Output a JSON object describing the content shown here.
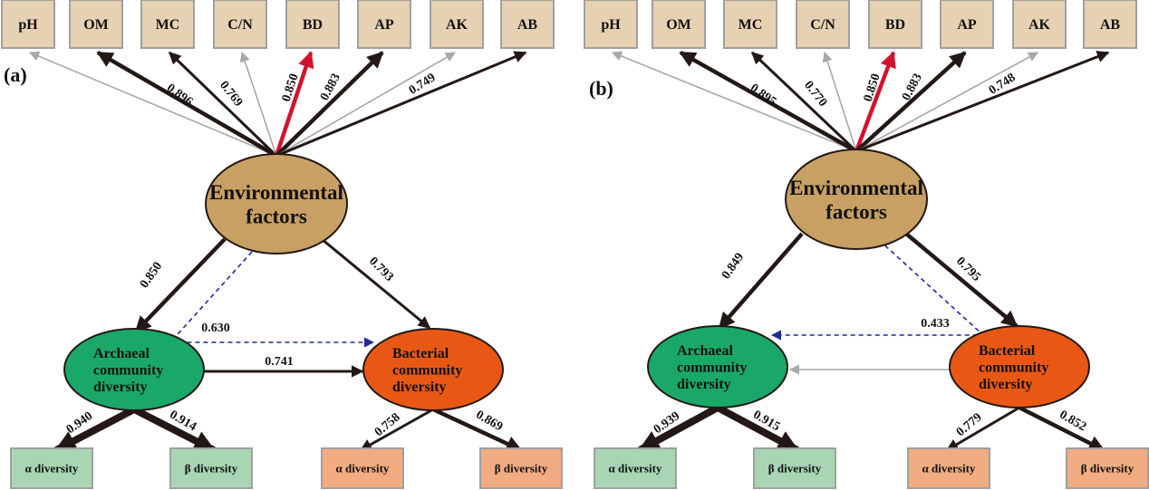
{
  "colors": {
    "env_fill": "#c9a063",
    "archaea_fill": "#1aa868",
    "bacteria_fill": "#e85814",
    "top_box_fill": "#e6d1b2",
    "archaea_box_fill": "#a8d5b4",
    "bacteria_box_fill": "#f2ac82",
    "box_border": "#a0a0a0",
    "dashed": "#1e2a9a",
    "highlight": "#d0142c",
    "nonsig": "#a8a8a8",
    "path": "#231815"
  },
  "panels": [
    {
      "tag": "(a)",
      "factors": [
        "pH",
        "OM",
        "MC",
        "C/N",
        "BD",
        "AP",
        "AK",
        "AB"
      ],
      "env_label": [
        "Environmental",
        "factors"
      ],
      "archaea_label": [
        "Archaeal",
        "community",
        "diversity"
      ],
      "bacteria_label": [
        "Bacterial",
        "community",
        "diversity"
      ],
      "archaea_boxes": [
        "α diversity",
        "β diversity"
      ],
      "bacteria_boxes": [
        "α diversity",
        "β diversity"
      ],
      "factor_loadings": [
        {
          "factor": "pH",
          "value": "",
          "style": "nonsig"
        },
        {
          "factor": "OM",
          "value": "0.896",
          "style": "thick"
        },
        {
          "factor": "MC",
          "value": "0.769",
          "style": "solid"
        },
        {
          "factor": "C/N",
          "value": "",
          "style": "nonsig"
        },
        {
          "factor": "BD",
          "value": "0.850",
          "style": "highlight"
        },
        {
          "factor": "AP",
          "value": "0.883",
          "style": "thick"
        },
        {
          "factor": "AK",
          "value": "",
          "style": "nonsig"
        },
        {
          "factor": "AB",
          "value": "0.749",
          "style": "solid"
        }
      ],
      "paths": [
        {
          "from": "env",
          "to": "archaea",
          "value": "0.850",
          "style": "thick"
        },
        {
          "from": "env",
          "to": "bacteria",
          "value": "0.793",
          "style": "solid"
        },
        {
          "from": "env-via-archaea",
          "to": "bacteria",
          "value": "0.630",
          "style": "dashed"
        },
        {
          "from": "archaea",
          "to": "bacteria",
          "value": "0.741",
          "style": "solid"
        },
        {
          "from": "archaea",
          "to": "archaea-alpha",
          "value": "0.940",
          "style": "xthick"
        },
        {
          "from": "archaea",
          "to": "archaea-beta",
          "value": "0.914",
          "style": "xthick"
        },
        {
          "from": "bacteria",
          "to": "bacteria-alpha",
          "value": "0.758",
          "style": "solid"
        },
        {
          "from": "bacteria",
          "to": "bacteria-beta",
          "value": "0.869",
          "style": "thick"
        }
      ]
    },
    {
      "tag": "(b)",
      "factors": [
        "pH",
        "OM",
        "MC",
        "C/N",
        "BD",
        "AP",
        "AK",
        "AB"
      ],
      "env_label": [
        "Environmental",
        "factors"
      ],
      "archaea_label": [
        "Archaeal",
        "community",
        "diversity"
      ],
      "bacteria_label": [
        "Bacterial",
        "community",
        "diversity"
      ],
      "archaea_boxes": [
        "α diversity",
        "β diversity"
      ],
      "bacteria_boxes": [
        "α diversity",
        "β diversity"
      ],
      "factor_loadings": [
        {
          "factor": "pH",
          "value": "",
          "style": "nonsig"
        },
        {
          "factor": "OM",
          "value": "0.895",
          "style": "thick"
        },
        {
          "factor": "MC",
          "value": "0.770",
          "style": "solid"
        },
        {
          "factor": "C/N",
          "value": "",
          "style": "nonsig"
        },
        {
          "factor": "BD",
          "value": "0.850",
          "style": "highlight"
        },
        {
          "factor": "AP",
          "value": "0.883",
          "style": "thick"
        },
        {
          "factor": "AK",
          "value": "",
          "style": "nonsig"
        },
        {
          "factor": "AB",
          "value": "0.748",
          "style": "solid"
        }
      ],
      "paths": [
        {
          "from": "env",
          "to": "archaea",
          "value": "0.849",
          "style": "thick"
        },
        {
          "from": "env",
          "to": "bacteria",
          "value": "0.795",
          "style": "thick"
        },
        {
          "from": "env-via-bacteria",
          "to": "archaea",
          "value": "0.433",
          "style": "dashed"
        },
        {
          "from": "bacteria",
          "to": "archaea",
          "value": "",
          "style": "nonsig"
        },
        {
          "from": "archaea",
          "to": "archaea-alpha",
          "value": "0.939",
          "style": "xthick"
        },
        {
          "from": "archaea",
          "to": "archaea-beta",
          "value": "0.915",
          "style": "xthick"
        },
        {
          "from": "bacteria",
          "to": "bacteria-alpha",
          "value": "0.779",
          "style": "solid"
        },
        {
          "from": "bacteria",
          "to": "bacteria-beta",
          "value": "0.852",
          "style": "thick"
        }
      ]
    }
  ]
}
